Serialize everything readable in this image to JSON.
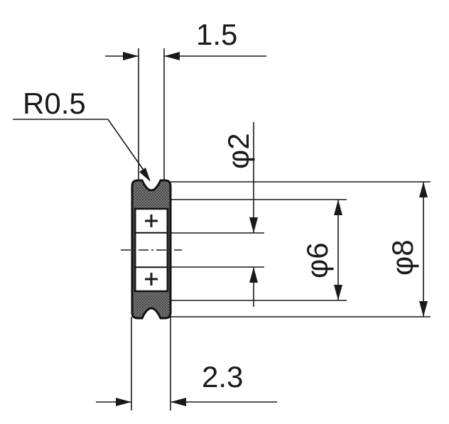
{
  "dimensions": {
    "groove_width": "1.5",
    "groove_radius": "R0.5",
    "bore_diameter": "φ2",
    "inner_diameter": "φ6",
    "outer_diameter": "φ8",
    "total_width": "2.3"
  },
  "colors": {
    "ink": "#1a1a1a",
    "hatch": "#555555",
    "background": "#ffffff"
  }
}
